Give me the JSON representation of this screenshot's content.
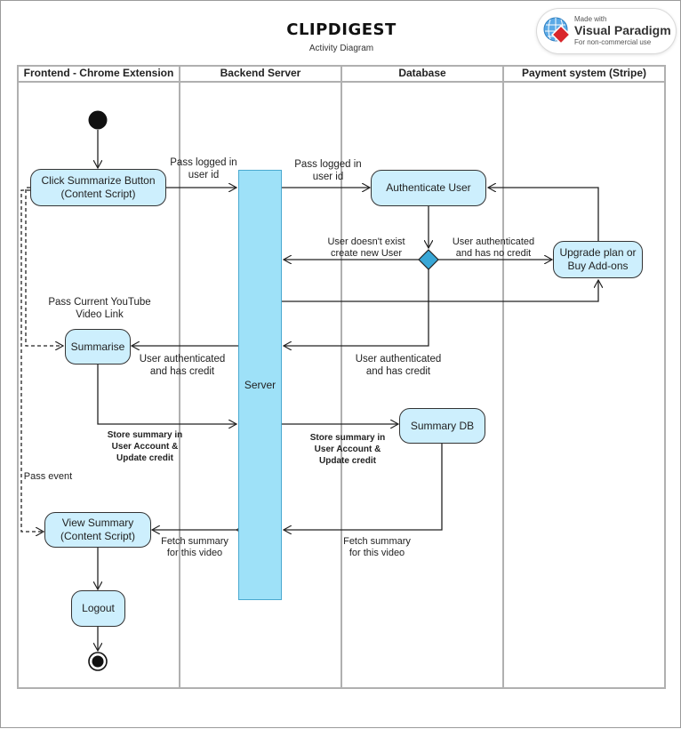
{
  "title": "CLIPDIGEST",
  "subtitle": "Activity Diagram",
  "watermark": {
    "made_with": "Made with",
    "brand": "Visual Paradigm",
    "note": "For non-commercial use"
  },
  "lanes": [
    "Frontend - Chrome Extension",
    "Backend Server",
    "Database",
    "Payment system (Stripe)"
  ],
  "nodes": {
    "click_summarize": "Click Summarize Button\n(Content Script)",
    "summarise": "Summarise",
    "view_summary": "View Summary\n(Content Script)",
    "logout": "Logout",
    "server": "Server",
    "authenticate": "Authenticate User",
    "summary_db": "Summary DB",
    "upgrade": "Upgrade plan or\nBuy Add-ons"
  },
  "labels": {
    "pass_user_1": "Pass logged in\nuser id",
    "pass_user_2": "Pass logged in\nuser id",
    "user_not_exist": "User doesn't exist\ncreate new User",
    "auth_no_credit": "User authenticated\nand has no credit",
    "pass_link": "Pass Current YouTube\nVideo Link",
    "auth_credit_left": "User authenticated\nand has credit",
    "auth_credit_right": "User authenticated\nand has credit",
    "store_left": "Store summary in\nUser Account &\nUpdate credit",
    "store_right": "Store summary in\nUser Account &\nUpdate credit",
    "pass_event": "Pass event",
    "fetch_left": "Fetch summary\nfor this video",
    "fetch_right": "Fetch summary\nfor this video"
  },
  "colors": {
    "node_fill": "#cdeffd",
    "server_fill": "#9ee1f8",
    "decision_fill": "#39a7d6",
    "lane_line": "#b0b0b0"
  }
}
